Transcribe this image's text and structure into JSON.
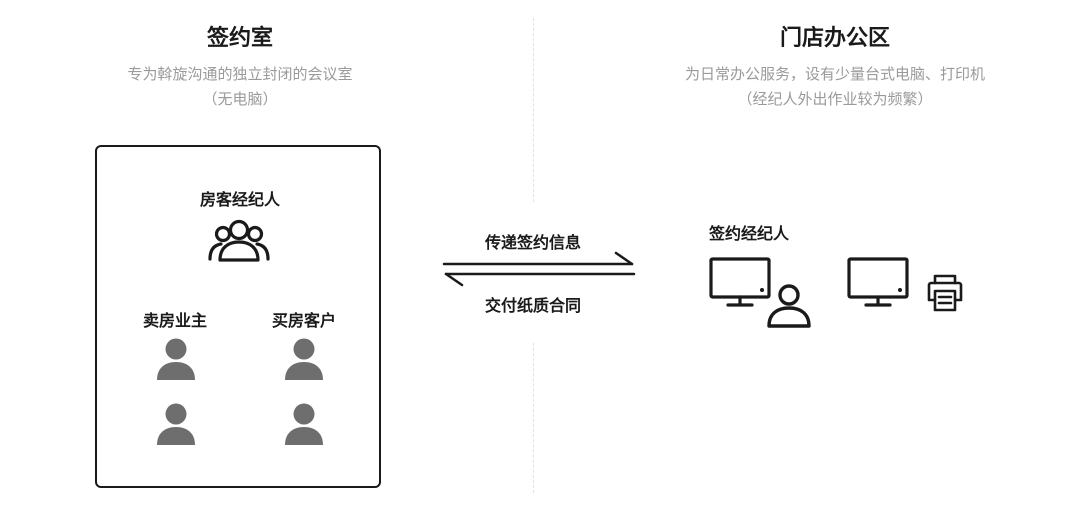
{
  "left_section": {
    "title": "签约室",
    "subtitle_line1": "专为斡旋沟通的独立封闭的会议室",
    "subtitle_line2": "（无电脑）",
    "room": {
      "agent_label": "房客经纪人",
      "seller_label": "卖房业主",
      "buyer_label": "买房客户"
    }
  },
  "right_section": {
    "title": "门店办公区",
    "subtitle_line1": "为日常办公服务，设有少量台式电脑、打印机",
    "subtitle_line2": "（经纪人外出作业较为频繁）",
    "signing_agent_label": "签约经纪人"
  },
  "flow": {
    "top_label": "传递签约信息",
    "bottom_label": "交付纸质合同"
  },
  "icons": {
    "group": "group-people-icon",
    "person": "person-icon",
    "monitor": "monitor-icon",
    "printer": "printer-icon"
  },
  "colors": {
    "stroke": "#1a1a1a",
    "person_fill": "#6e6e6e",
    "subtitle": "#9a9a9a",
    "divider": "#e2e2e2"
  }
}
